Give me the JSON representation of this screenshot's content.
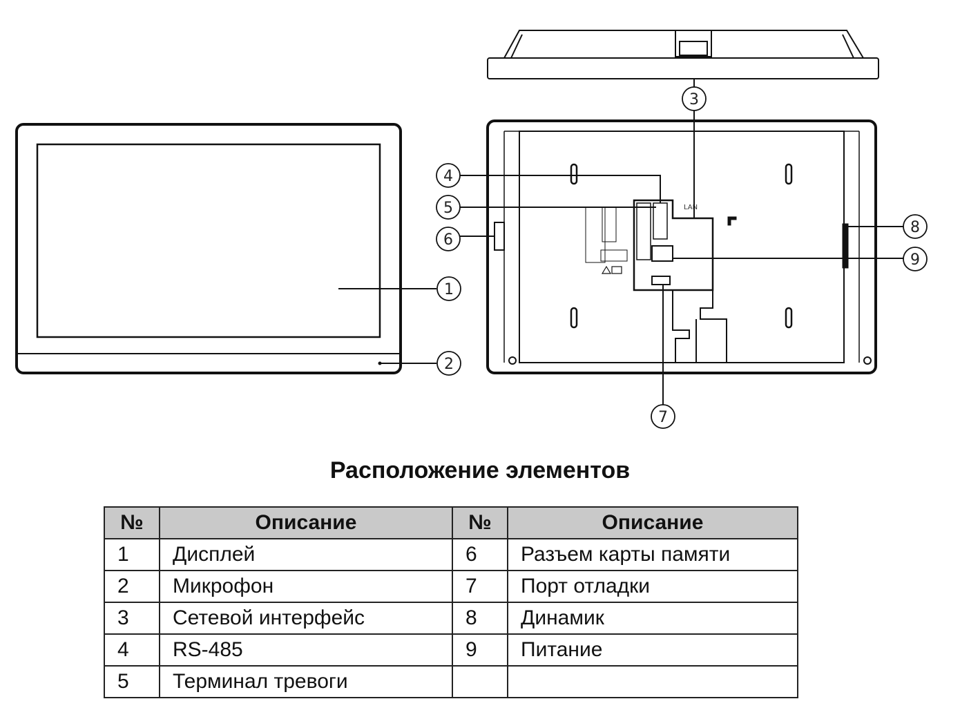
{
  "diagram": {
    "lan_label": "LAN",
    "callouts": [
      "1",
      "2",
      "3",
      "4",
      "5",
      "6",
      "7",
      "8",
      "9"
    ]
  },
  "caption": "Расположение элементов",
  "table": {
    "headers": [
      "№",
      "Описание",
      "№",
      "Описание"
    ],
    "rows": [
      [
        "1",
        "Дисплей",
        "6",
        "Разъем карты памяти"
      ],
      [
        "2",
        "Микрофон",
        "7",
        "Порт отладки"
      ],
      [
        "3",
        "Сетевой интерфейс",
        "8",
        "Динамик"
      ],
      [
        "4",
        "RS-485",
        "9",
        "Питание"
      ],
      [
        "5",
        "Терминал тревоги",
        "",
        ""
      ]
    ]
  }
}
